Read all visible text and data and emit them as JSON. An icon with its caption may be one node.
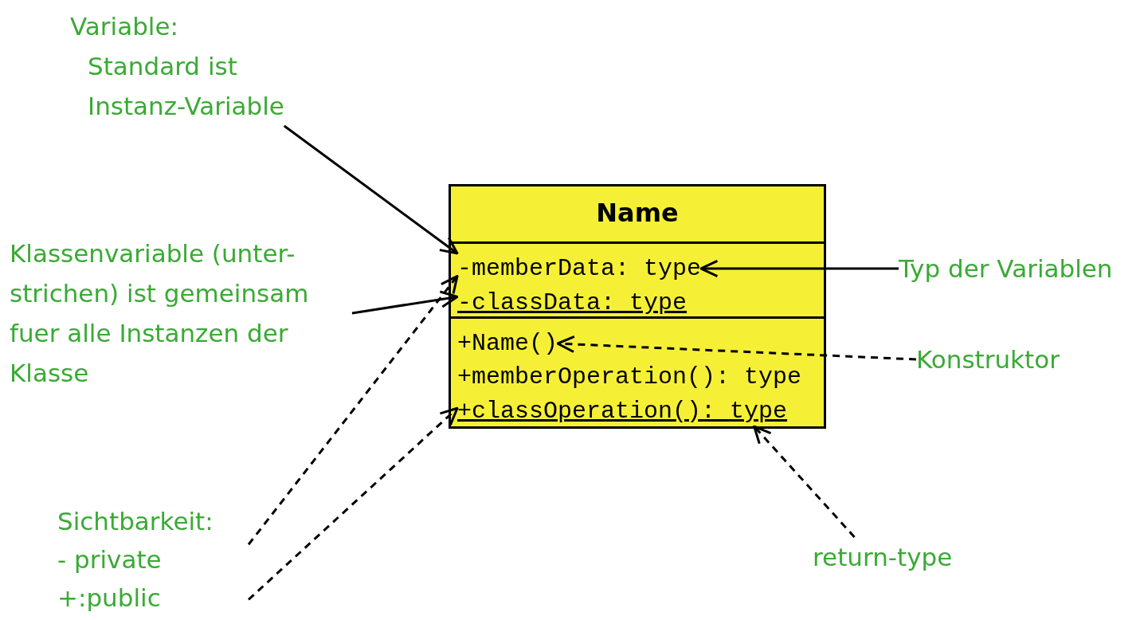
{
  "diagram": {
    "nodes": [
      {
        "text": [
          "Variable:",
          "Standard ist Instanz-Variable"
        ]
      },
      {
        "text": [
          "Name"
        ]
      },
      {
        "text": [
          "-memberData: type"
        ],
        "in": 1
      },
      {
        "text": [
          "-classData: type"
        ],
        "in": 1
      },
      {
        "text": [
          "+Name()"
        ],
        "in": 1
      },
      {
        "text": [
          "+memberOperation(): type"
        ],
        "in": 1
      },
      {
        "text": [
          "+classOperation(): type"
        ],
        "in": 1
      },
      {
        "text": [
          "Klassenvariable (unter- strichen) ist gemeinsam fuer alle Instanzen der Klasse"
        ]
      },
      {
        "text": [
          "Typ der Variablen"
        ]
      },
      {
        "text": [
          "Konstruktor"
        ]
      },
      {
        "text": [
          "Sichtbarkeit:",
          "- private",
          "+:public"
        ]
      },
      {
        "text": [
          "return-type"
        ]
      }
    ],
    "edges": [
      {
        "from": 0,
        "to": 2,
        "arrow": "to"
      },
      {
        "from": 7,
        "to": 3,
        "arrow": "to"
      },
      {
        "from": 8,
        "to": 2,
        "arrow": "to"
      },
      {
        "from": 9,
        "to": 4,
        "arrow": "to",
        "style": "dashed"
      },
      {
        "from": 10,
        "to": 2,
        "arrow": "to",
        "style": "dashed"
      },
      {
        "from": 10,
        "to": 6,
        "arrow": "to",
        "style": "dashed"
      },
      {
        "from": 11,
        "to": 6,
        "arrow": "to",
        "style": "dashed"
      }
    ]
  }
}
